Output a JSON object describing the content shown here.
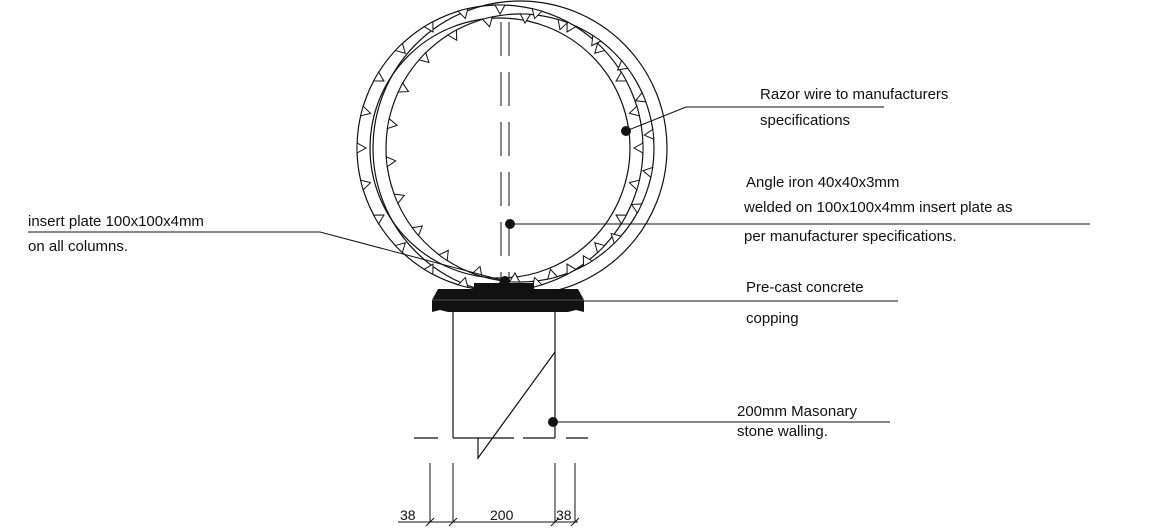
{
  "labels": {
    "razor_line1": "Razor wire  to manufacturers",
    "razor_line2": "specifications",
    "angle_line1": "Angle iron 40x40x3mm",
    "angle_line2": "welded on 100x100x4mm insert plate as",
    "angle_line3": "per manufacturer specifications.",
    "insert_line1": "insert plate 100x100x4mm",
    "insert_line2": "on all columns.",
    "coping_line1": "Pre-cast concrete",
    "coping_line2": "copping",
    "wall_line1": "200mm Masonary",
    "wall_line2": "stone walling."
  },
  "dimensions": {
    "left": "38",
    "middle": "200",
    "right": "38"
  }
}
